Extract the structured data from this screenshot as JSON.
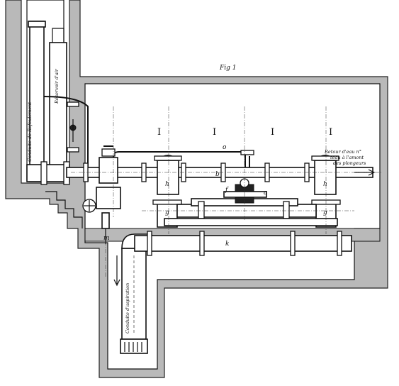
{
  "figure": {
    "title": "Fig 1"
  },
  "labels": {
    "refoulement": "Conduite de Refoulement",
    "aspiration": "Conduite d'aspiration",
    "reservoir_air": "Réservoir d'air",
    "retour_line1": "Retour d'eau n°",
    "retour_line2": "teau à l'amont",
    "retour_line3": "des plongeurs"
  },
  "letters": {
    "o": "o",
    "h_left": "h",
    "h_right": "h",
    "g_left": "g",
    "g_right": "g",
    "f": "f",
    "a": "a",
    "b": "b",
    "k": "k",
    "m": "m"
  },
  "markers": {
    "roman": [
      "I",
      "I",
      "I",
      "I"
    ]
  }
}
